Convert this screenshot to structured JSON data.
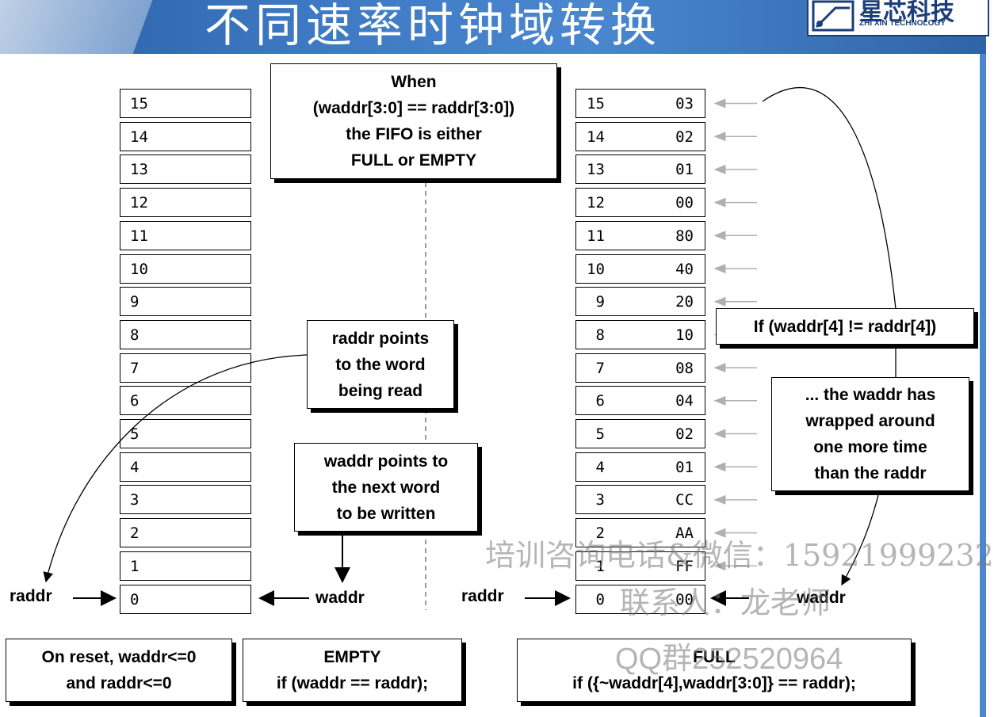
{
  "header": {
    "title": "不同速率时钟域转换",
    "logo_cn": "星芯科技",
    "logo_en": "ZHI XIN TECHNOLOGY"
  },
  "left_memory": {
    "addresses": [
      "15",
      "14",
      "13",
      "12",
      "11",
      "10",
      "9",
      "8",
      "7",
      "6",
      "5",
      "4",
      "3",
      "2",
      "1",
      "0"
    ]
  },
  "right_memory": {
    "rows": [
      {
        "addr": "15",
        "value": "03"
      },
      {
        "addr": "14",
        "value": "02"
      },
      {
        "addr": "13",
        "value": "01"
      },
      {
        "addr": "12",
        "value": "00"
      },
      {
        "addr": "11",
        "value": "80"
      },
      {
        "addr": "10",
        "value": "40"
      },
      {
        "addr": "9",
        "value": "20"
      },
      {
        "addr": "8",
        "value": "10"
      },
      {
        "addr": "7",
        "value": "08"
      },
      {
        "addr": "6",
        "value": "04"
      },
      {
        "addr": "5",
        "value": "02"
      },
      {
        "addr": "4",
        "value": "01"
      },
      {
        "addr": "3",
        "value": "CC"
      },
      {
        "addr": "2",
        "value": "AA"
      },
      {
        "addr": "1",
        "value": "FF"
      },
      {
        "addr": "0",
        "value": "00"
      }
    ]
  },
  "callouts": {
    "when_lines": [
      "When",
      "(waddr[3:0] == raddr[3:0])",
      "the FIFO is either",
      "FULL or EMPTY"
    ],
    "raddr_points": [
      "raddr points",
      "to the word",
      "being read"
    ],
    "waddr_points": [
      "waddr points to",
      "the next word",
      "to be written"
    ],
    "if_msb": "If (waddr[4] != raddr[4])",
    "wrapped": [
      "... the waddr has",
      "wrapped around",
      "one more time",
      "than the raddr"
    ]
  },
  "pointers": {
    "left_raddr": "raddr",
    "left_waddr": "waddr",
    "right_raddr": "raddr",
    "right_waddr": "waddr"
  },
  "bottom_boxes": {
    "reset": [
      "On reset, waddr<=0",
      "and raddr<=0"
    ],
    "empty": [
      "EMPTY",
      "if (waddr == raddr);"
    ],
    "full": [
      "FULL",
      "if ({~waddr[4],waddr[3:0]} == raddr);"
    ]
  },
  "watermark": {
    "phone": "培训咨询电话&微信：15921999232",
    "contact": "联系人：龙老师",
    "qq": "QQ群252520964"
  }
}
